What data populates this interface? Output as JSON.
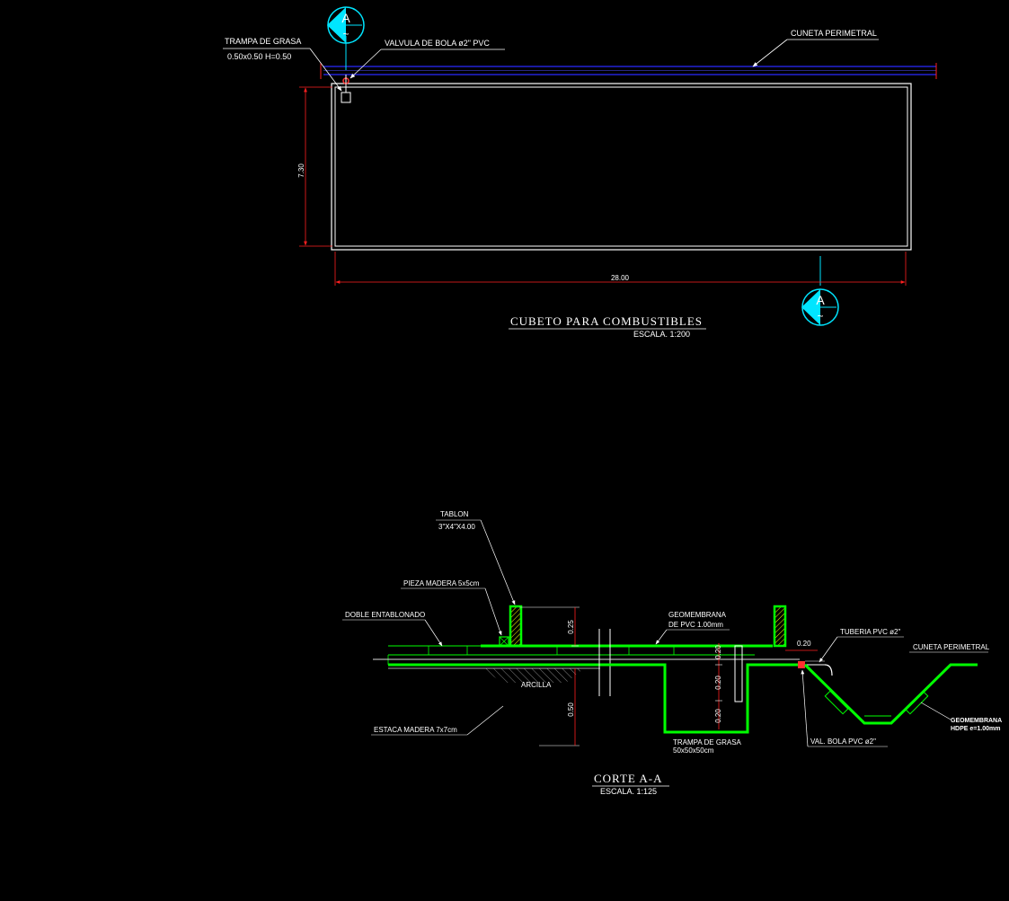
{
  "plan": {
    "labels": {
      "trampa_title": "TRAMPA DE GRASA",
      "trampa_dims": "0.50x0.50 H=0.50",
      "valvula": "VALVULA DE BOLA ø2\" PVC",
      "cuneta": "CUNETA PERIMETRAL"
    },
    "dims": {
      "width": "28.00",
      "height": "7.30"
    },
    "title": "CUBETO PARA COMBUSTIBLES",
    "scale": "ESCALA. 1:200"
  },
  "section_marker": {
    "letter": "A",
    "symbol": "~"
  },
  "section": {
    "labels": {
      "tablon_title": "TABLON",
      "tablon_dims": "3\"X4\"X4.00",
      "pieza": "PIEZA MADERA 5x5cm",
      "doble": "DOBLE ENTABLONADO",
      "geomem_pvc_1": "GEOMEMBRANA",
      "geomem_pvc_2": "DE PVC 1.00mm",
      "tuberia": "TUBERIA PVC ø2\"",
      "cuneta": "CUNETA PERIMETRAL",
      "arcilla": "ARCILLA",
      "estaca": "ESTACA MADERA 7x7cm",
      "trampa_1": "TRAMPA DE GRASA",
      "trampa_2": "50x50x50cm",
      "val_bola": "VAL. BOLA PVC ø2\"",
      "geomem_hdpe_1": "GEOMEMBRANA",
      "geomem_hdpe_2": "HDPE e=1.00mm"
    },
    "dims": {
      "d025": "0.25",
      "d050": "0.50",
      "d020_top": "0.20",
      "d020_a": "0.20",
      "d020_b": "0.20",
      "d020_c": "0.20"
    },
    "title": "CORTE A-A",
    "scale": "ESCALA. 1:125"
  },
  "colors": {
    "outline": "#ffffff",
    "dimension": "#ff2020",
    "pipe": "#2a2aff",
    "marker": "#00e5ff",
    "section_line": "#00ff00",
    "hatch": "#ffff00",
    "valve": "#ff3030"
  }
}
